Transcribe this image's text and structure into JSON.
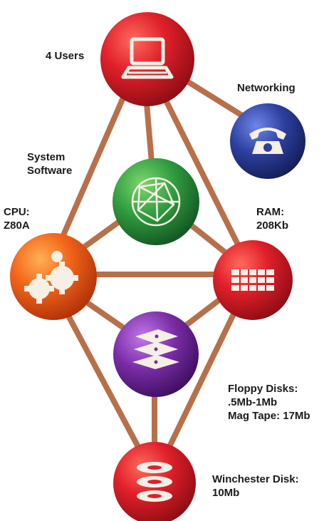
{
  "colors": {
    "rod": "#b8704a",
    "red": "#e0202a",
    "blue": "#2c3f9e",
    "green": "#2f9a3e",
    "orange": "#f2661a",
    "purple": "#7a2ca6",
    "icon": "#f5efe6"
  },
  "nodes": {
    "users": {
      "label": "4 Users",
      "icon": "computer-terminal-icon"
    },
    "networking": {
      "label": "Networking",
      "icon": "telephone-icon"
    },
    "system_software": {
      "line1": "System",
      "line2": "Software",
      "icon": "geodesic-sphere-icon"
    },
    "cpu": {
      "line1": "CPU:",
      "line2": "Z80A",
      "icon": "gears-icon"
    },
    "ram": {
      "line1": "RAM:",
      "line2": "208Kb",
      "icon": "memory-grid-icon"
    },
    "floppy": {
      "line1": "Floppy Disks:",
      "line2": ".5Mb-1Mb",
      "line3": "Mag Tape: 17Mb",
      "icon": "stacked-diskettes-icon"
    },
    "winchester": {
      "line1": "Winchester Disk:",
      "line2": "10Mb",
      "icon": "disk-platters-icon"
    }
  }
}
